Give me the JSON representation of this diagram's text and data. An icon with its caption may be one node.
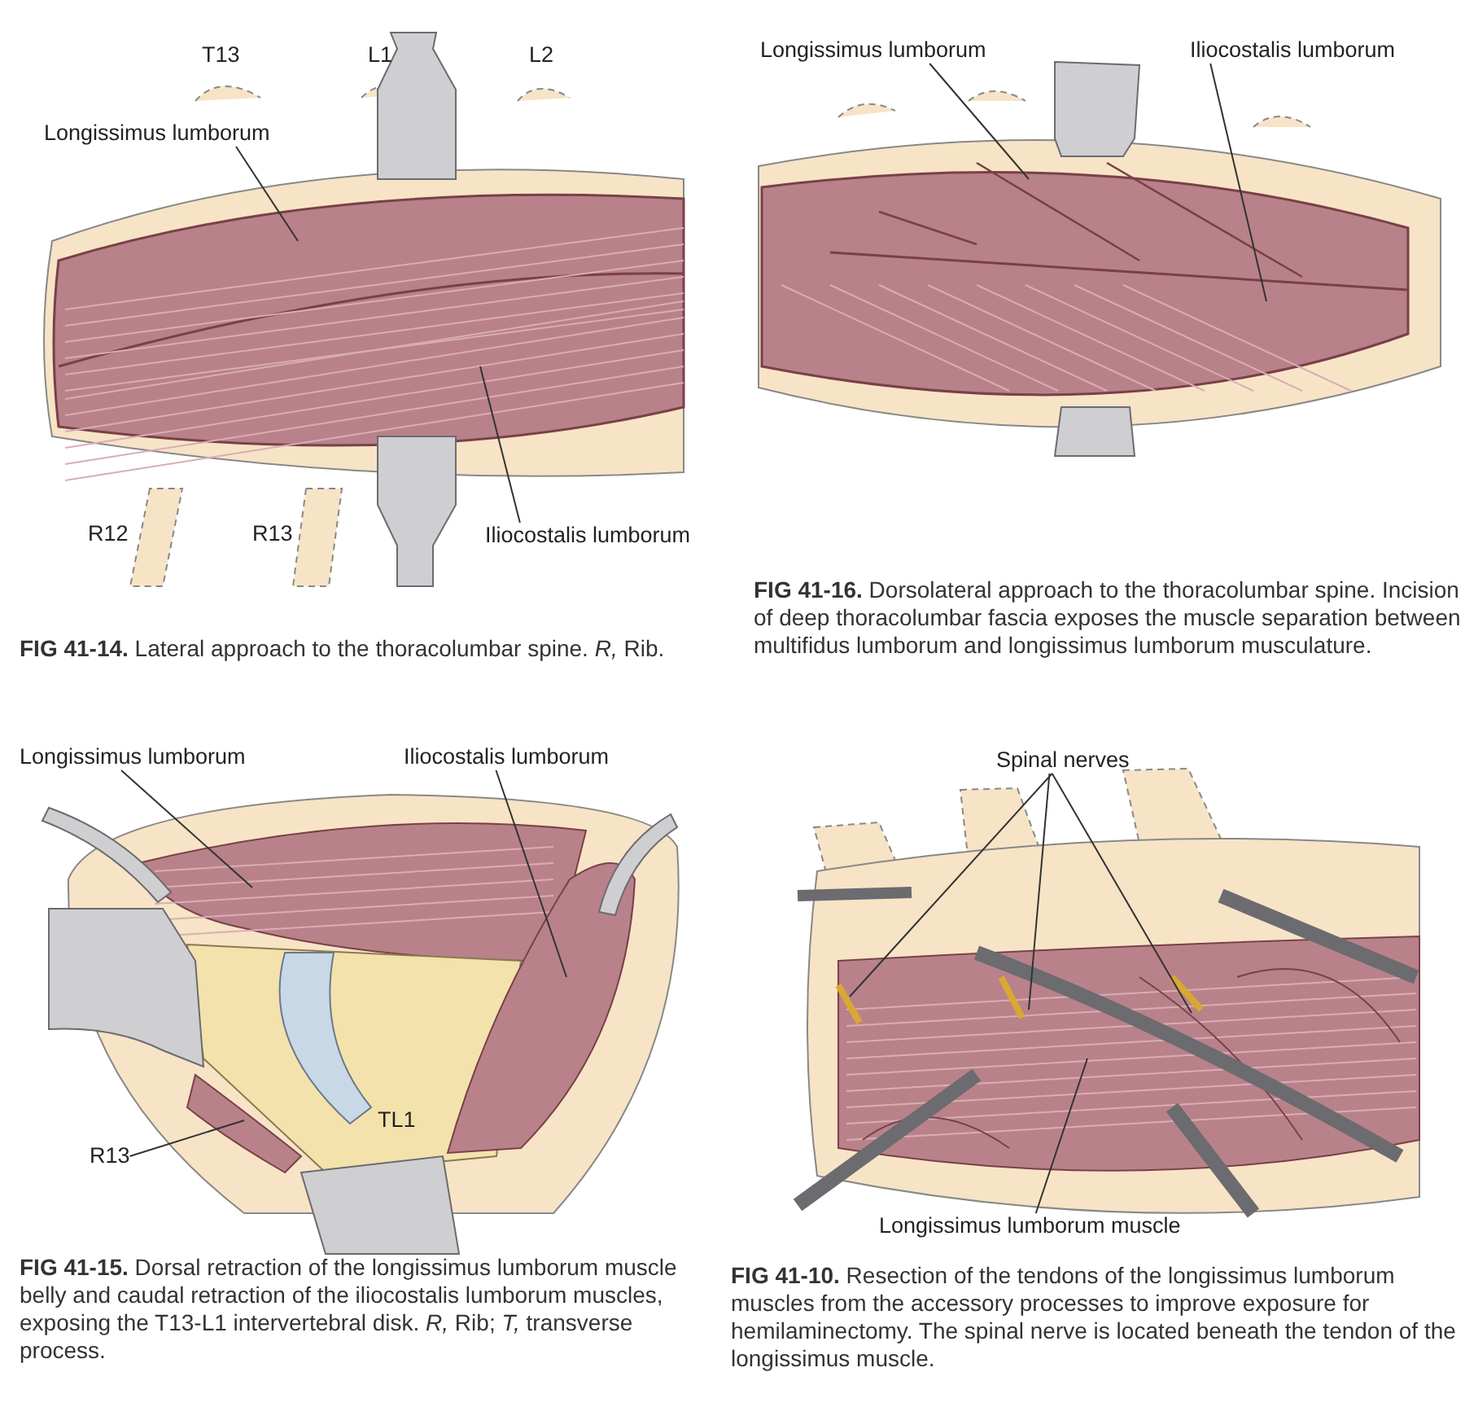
{
  "diagram": {
    "nodes": [
      {
        "text": [
          "Longissimus lumborum"
        ]
      },
      {
        "text": [
          "Iliocostalis lumborum"
        ]
      },
      {
        "text": [
          "Longissimus lumborum"
        ]
      },
      {
        "text": [
          "Iliocostalis lumborum"
        ]
      },
      {
        "text": [
          "Longissimus lumborum"
        ]
      },
      {
        "text": [
          "Iliocostalis lumborum"
        ]
      },
      {
        "text": [
          "R13"
        ]
      },
      {
        "text": [
          "Spinal nerves"
        ]
      },
      {
        "text": [
          "Longissimus lumborum muscle"
        ]
      },
      {
        "text": [],
        "shape": "picture"
      },
      {
        "text": [],
        "shape": "picture"
      },
      {
        "text": [],
        "shape": "picture"
      }
    ],
    "edges": [
      {
        "from": 0,
        "to": null,
        "arrow": "none"
      },
      {
        "from": 1,
        "to": null,
        "arrow": "none"
      },
      {
        "from": 2,
        "to": null,
        "arrow": "none"
      },
      {
        "from": 3,
        "to": null,
        "arrow": "none"
      },
      {
        "from": 4,
        "to": 9,
        "arrow": "none"
      },
      {
        "from": 5,
        "to": 10,
        "arrow": "none"
      },
      {
        "from": 6,
        "to": 11,
        "arrow": "none"
      },
      {
        "from": 7,
        "to": null,
        "arrow": "none"
      },
      {
        "from": 7,
        "to": null,
        "arrow": "none"
      },
      {
        "from": 7,
        "to": null,
        "arrow": "none"
      },
      {
        "from": 8,
        "to": null,
        "arrow": "none"
      }
    ],
    "labels": [
      "T13",
      "L1",
      "L2",
      "R12",
      "R13",
      "**FIG 41-14.** Lateral approach to the thoracolumbar spine. *R,* Rib.",
      "**FIG 41-16.** Dorsolateral approach to the thoracolumbar spine. Incision of deep thoracolumbar fascia exposes the muscle separation between multifidus lumborum and longissimus lumborum musculature.",
      "TL1",
      "**FIG 41-15.** Dorsal retraction of the longissimus lumborum muscle belly and caudal retraction of the iliocostalis lumborum muscles, exposing the T13-L1 intervertebral disk. *R,* Rib; *T,* transverse process.",
      "**FIG 41-10.** Resection of the tendons of the longissimus lumborum muscles from the accessory processes to improve exposure for hemilaminectomy. The spinal nerve is located beneath the tendon of the longissimus muscle."
    ]
  }
}
